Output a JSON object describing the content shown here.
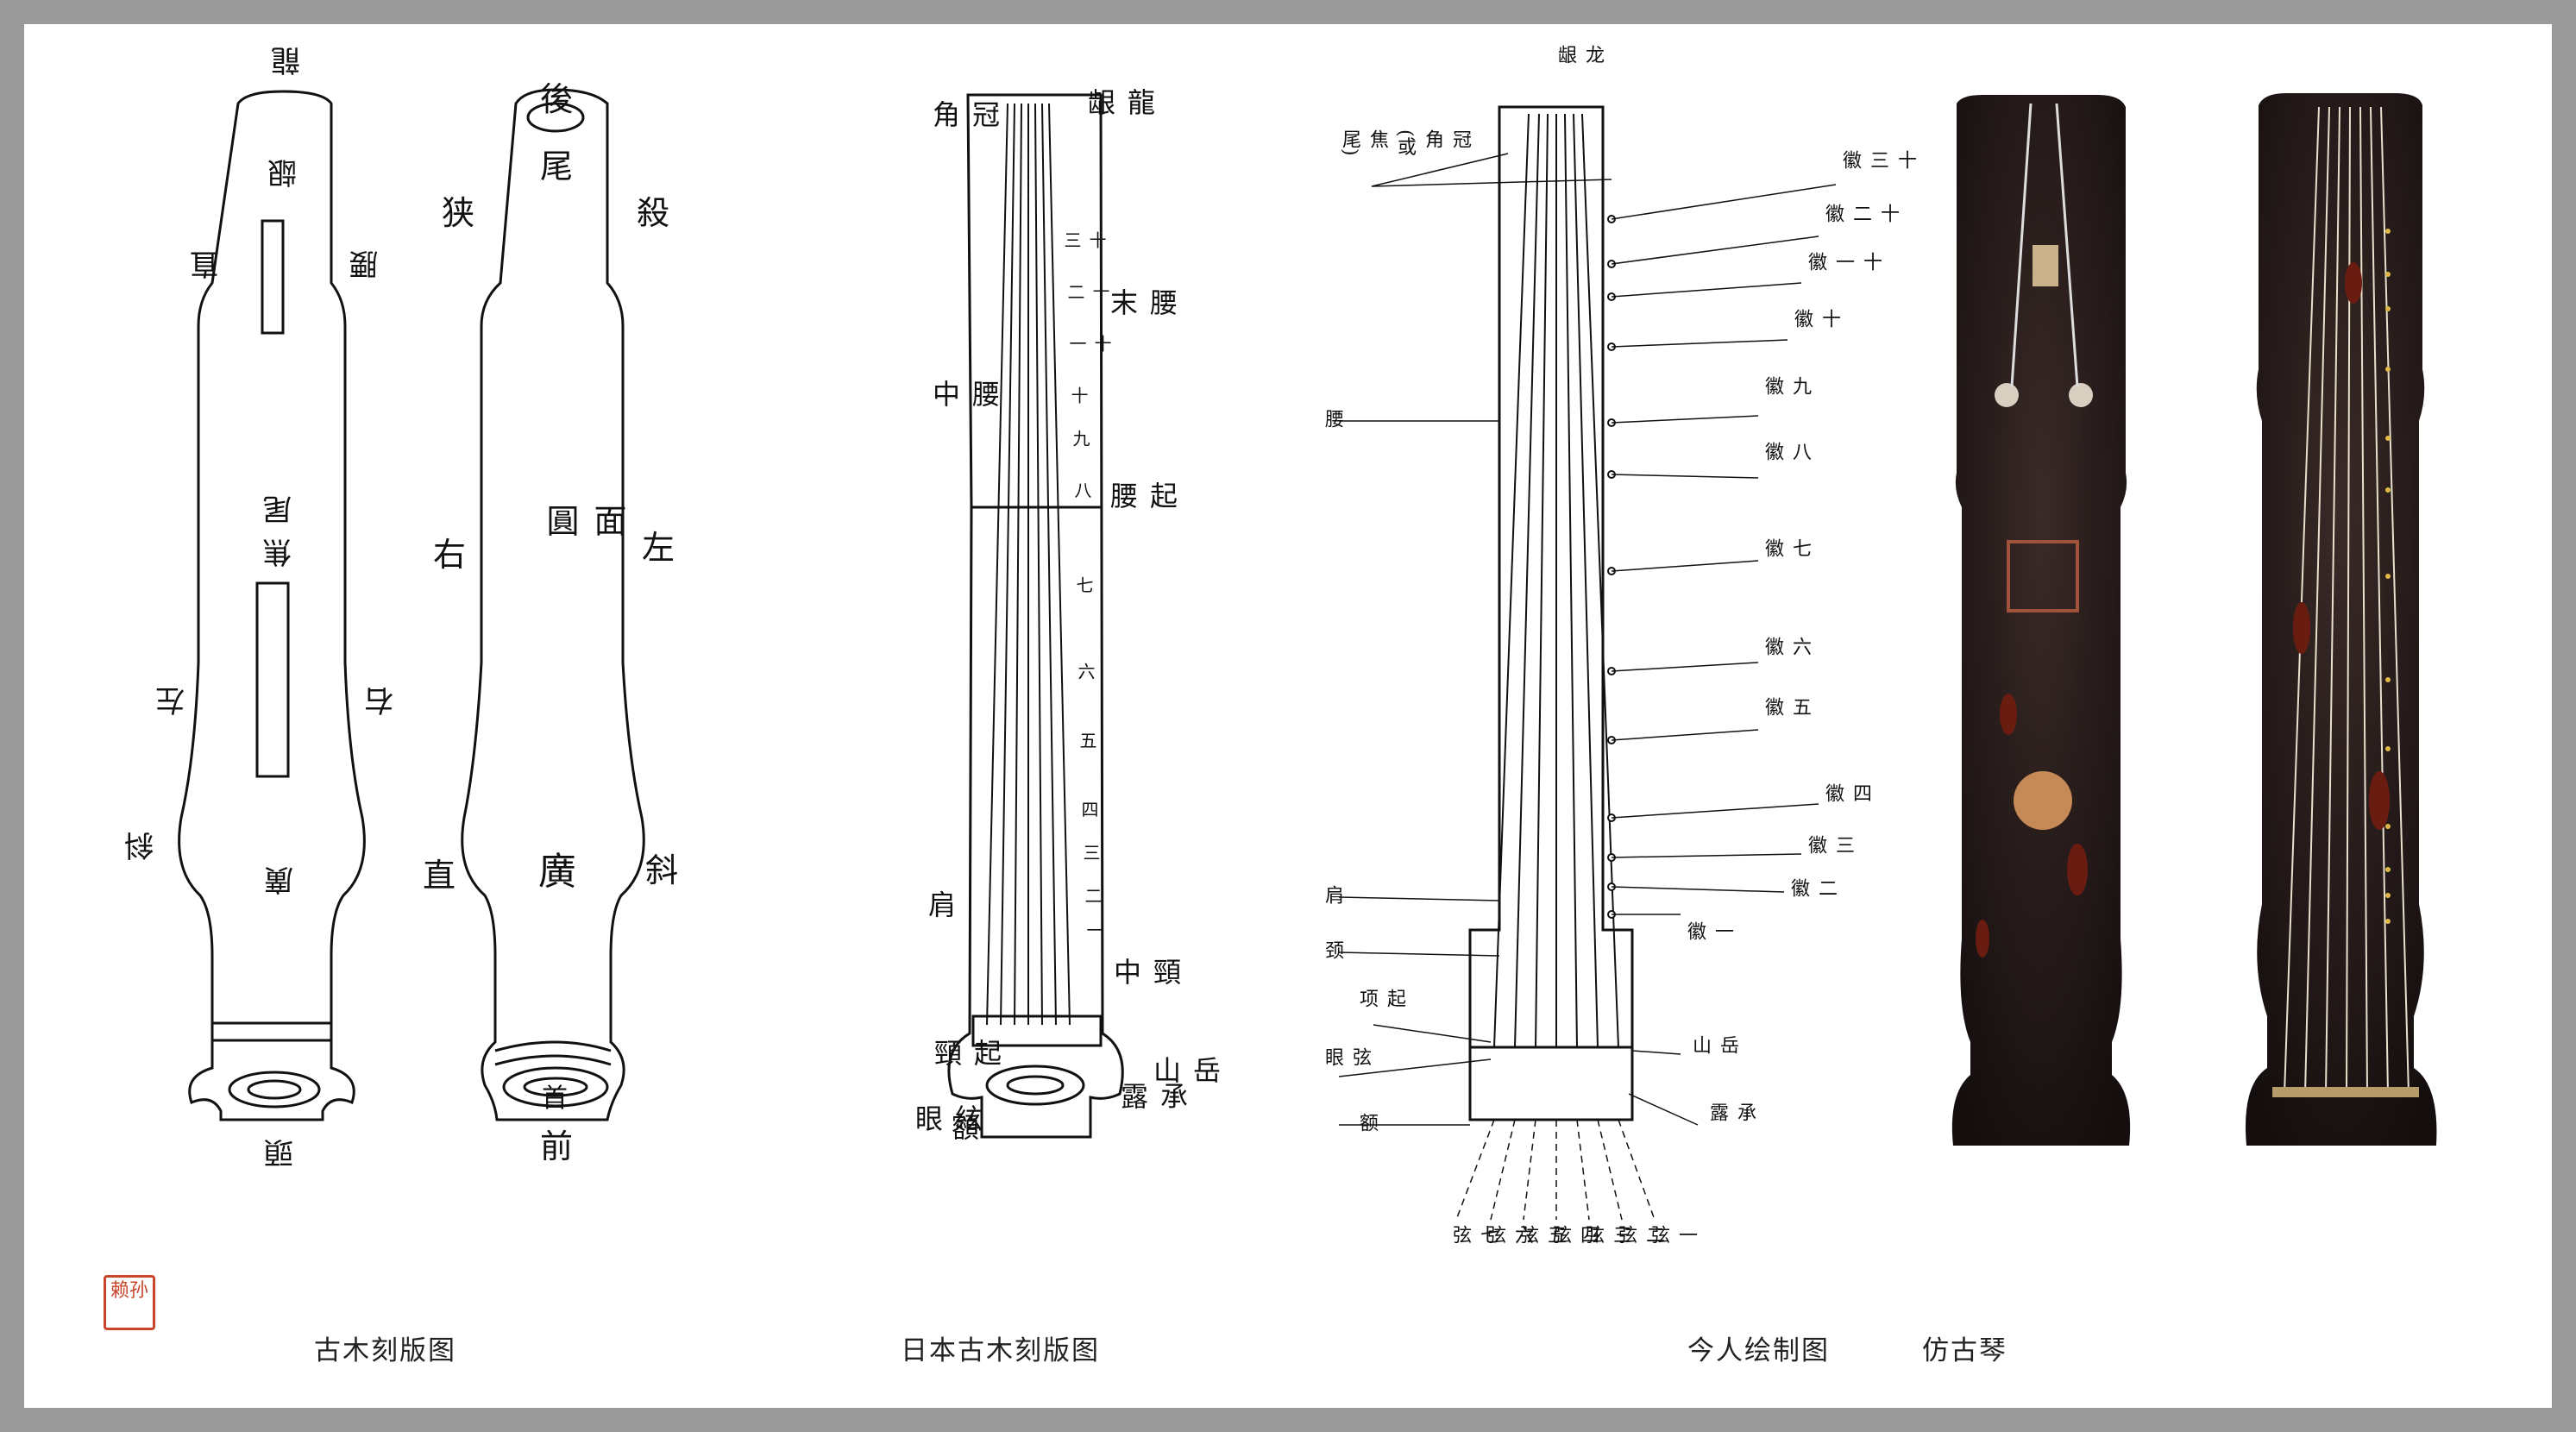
{
  "captions": {
    "ancient_woodblock": "古木刻版图",
    "japanese_woodblock": "日本古木刻版图",
    "modern_drawing": "今人绘制图",
    "replica_qin": "仿古琴"
  },
  "seal_text": "赖孙",
  "panel1_back": {
    "labels": [
      "後",
      "尾",
      "狭",
      "殺",
      "右",
      "左",
      "面圓",
      "直",
      "廣",
      "斜",
      "首",
      "前"
    ]
  },
  "panel1_front": {
    "labels": [
      "龍",
      "龈",
      "直",
      "腰",
      "左",
      "右",
      "焦",
      "尾",
      "斜",
      "廣",
      "頭"
    ]
  },
  "panel2": {
    "labels": [
      "龍龈",
      "冠角",
      "腰末",
      "腰中",
      "起腰",
      "肩",
      "頸中",
      "起頸",
      "絃眼",
      "岳山",
      "承露",
      "額"
    ],
    "hui": [
      "十三",
      "十二",
      "十一",
      "十",
      "九",
      "八",
      "七",
      "六",
      "五",
      "四",
      "三",
      "二",
      "一"
    ]
  },
  "panel3": {
    "top": "龙龈",
    "left_labels": [
      "冠角(或焦尾)",
      "腰",
      "肩",
      "颈",
      "起项",
      "弦眼",
      "额"
    ],
    "right_labels": [
      "十三徽",
      "十二徽",
      "十一徽",
      "十徽",
      "九徽",
      "八徽",
      "七徽",
      "六徽",
      "五徽",
      "四徽",
      "三徽",
      "二徽",
      "一徽",
      "岳山",
      "承露"
    ],
    "strings": [
      "七弦",
      "六弦",
      "五弦",
      "四弦",
      "三弦",
      "二弦",
      "一弦"
    ]
  },
  "colors": {
    "background": "#9a9a9a",
    "sheet": "#ffffff",
    "ink": "#111111",
    "seal": "#c8452a",
    "qin_body": "#1c1414"
  }
}
